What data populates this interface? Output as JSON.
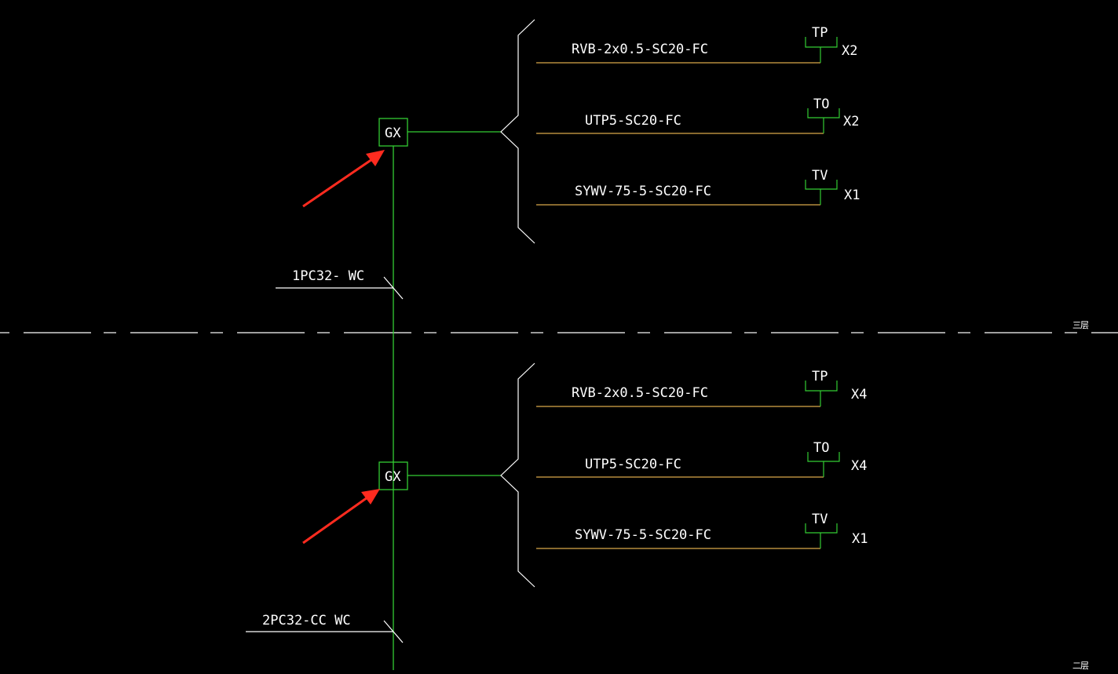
{
  "colors": {
    "background": "#000000",
    "riser": "#33cc33",
    "cable": "#d9a84a",
    "text": "#ffffff",
    "arrow": "#ff2b1f",
    "floor_line": "#ffffff"
  },
  "floors": [
    {
      "box_label": "GX",
      "conduit_label": "1PC32- WC",
      "branches": [
        {
          "cable": "RVB-2x0.5-SC20-FC",
          "outlet": "TP",
          "count": "X2"
        },
        {
          "cable": "UTP5-SC20-FC",
          "outlet": "TO",
          "count": "X2"
        },
        {
          "cable": "SYWV-75-5-SC20-FC",
          "outlet": "TV",
          "count": "X1"
        }
      ]
    },
    {
      "box_label": "GX",
      "conduit_label": "2PC32-CC WC",
      "branches": [
        {
          "cable": "RVB-2x0.5-SC20-FC",
          "outlet": "TP",
          "count": "X4"
        },
        {
          "cable": "UTP5-SC20-FC",
          "outlet": "TO",
          "count": "X4"
        },
        {
          "cable": "SYWV-75-5-SC20-FC",
          "outlet": "TV",
          "count": "X1"
        }
      ]
    }
  ],
  "floor_marks": [
    "三层",
    "二层"
  ]
}
